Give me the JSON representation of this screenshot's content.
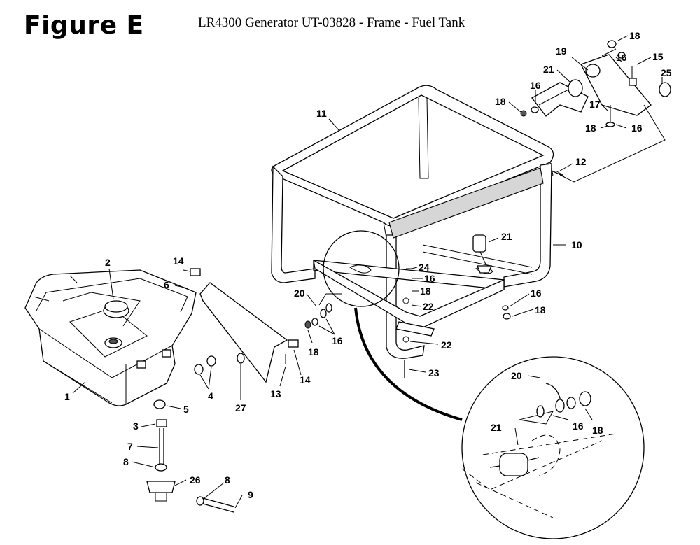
{
  "header": {
    "figure_label": "Figure E",
    "subtitle": "LR4300 Generator UT-03828 - Frame - Fuel Tank"
  },
  "callouts": [
    {
      "id": "c18a",
      "text": "18"
    },
    {
      "id": "c19",
      "text": "19"
    },
    {
      "id": "c16a",
      "text": "16"
    },
    {
      "id": "c15",
      "text": "15"
    },
    {
      "id": "c21a",
      "text": "21"
    },
    {
      "id": "c25",
      "text": "25"
    },
    {
      "id": "c16b",
      "text": "16"
    },
    {
      "id": "c18b",
      "text": "18"
    },
    {
      "id": "c17",
      "text": "17"
    },
    {
      "id": "c18c",
      "text": "18"
    },
    {
      "id": "c16c",
      "text": "16"
    },
    {
      "id": "c11",
      "text": "11"
    },
    {
      "id": "c12",
      "text": "12"
    },
    {
      "id": "c21b",
      "text": "21"
    },
    {
      "id": "c10",
      "text": "10"
    },
    {
      "id": "c24",
      "text": "24"
    },
    {
      "id": "c16d",
      "text": "16"
    },
    {
      "id": "c18d",
      "text": "18"
    },
    {
      "id": "c22a",
      "text": "22"
    },
    {
      "id": "c16e",
      "text": "16"
    },
    {
      "id": "c18e",
      "text": "18"
    },
    {
      "id": "c22b",
      "text": "22"
    },
    {
      "id": "c23",
      "text": "23"
    },
    {
      "id": "c20a",
      "text": "20"
    },
    {
      "id": "c18f",
      "text": "18"
    },
    {
      "id": "c16f",
      "text": "16"
    },
    {
      "id": "c14a",
      "text": "14"
    },
    {
      "id": "c6",
      "text": "6"
    },
    {
      "id": "c2",
      "text": "2"
    },
    {
      "id": "c1",
      "text": "1"
    },
    {
      "id": "c4",
      "text": "4"
    },
    {
      "id": "c27",
      "text": "27"
    },
    {
      "id": "c13",
      "text": "13"
    },
    {
      "id": "c14b",
      "text": "14"
    },
    {
      "id": "c5",
      "text": "5"
    },
    {
      "id": "c3",
      "text": "3"
    },
    {
      "id": "c7",
      "text": "7"
    },
    {
      "id": "c8a",
      "text": "8"
    },
    {
      "id": "c26",
      "text": "26"
    },
    {
      "id": "c8b",
      "text": "8"
    },
    {
      "id": "c9",
      "text": "9"
    },
    {
      "id": "c20b",
      "text": "20"
    },
    {
      "id": "c21c",
      "text": "21"
    },
    {
      "id": "c16g",
      "text": "16"
    },
    {
      "id": "c18g",
      "text": "18"
    }
  ]
}
